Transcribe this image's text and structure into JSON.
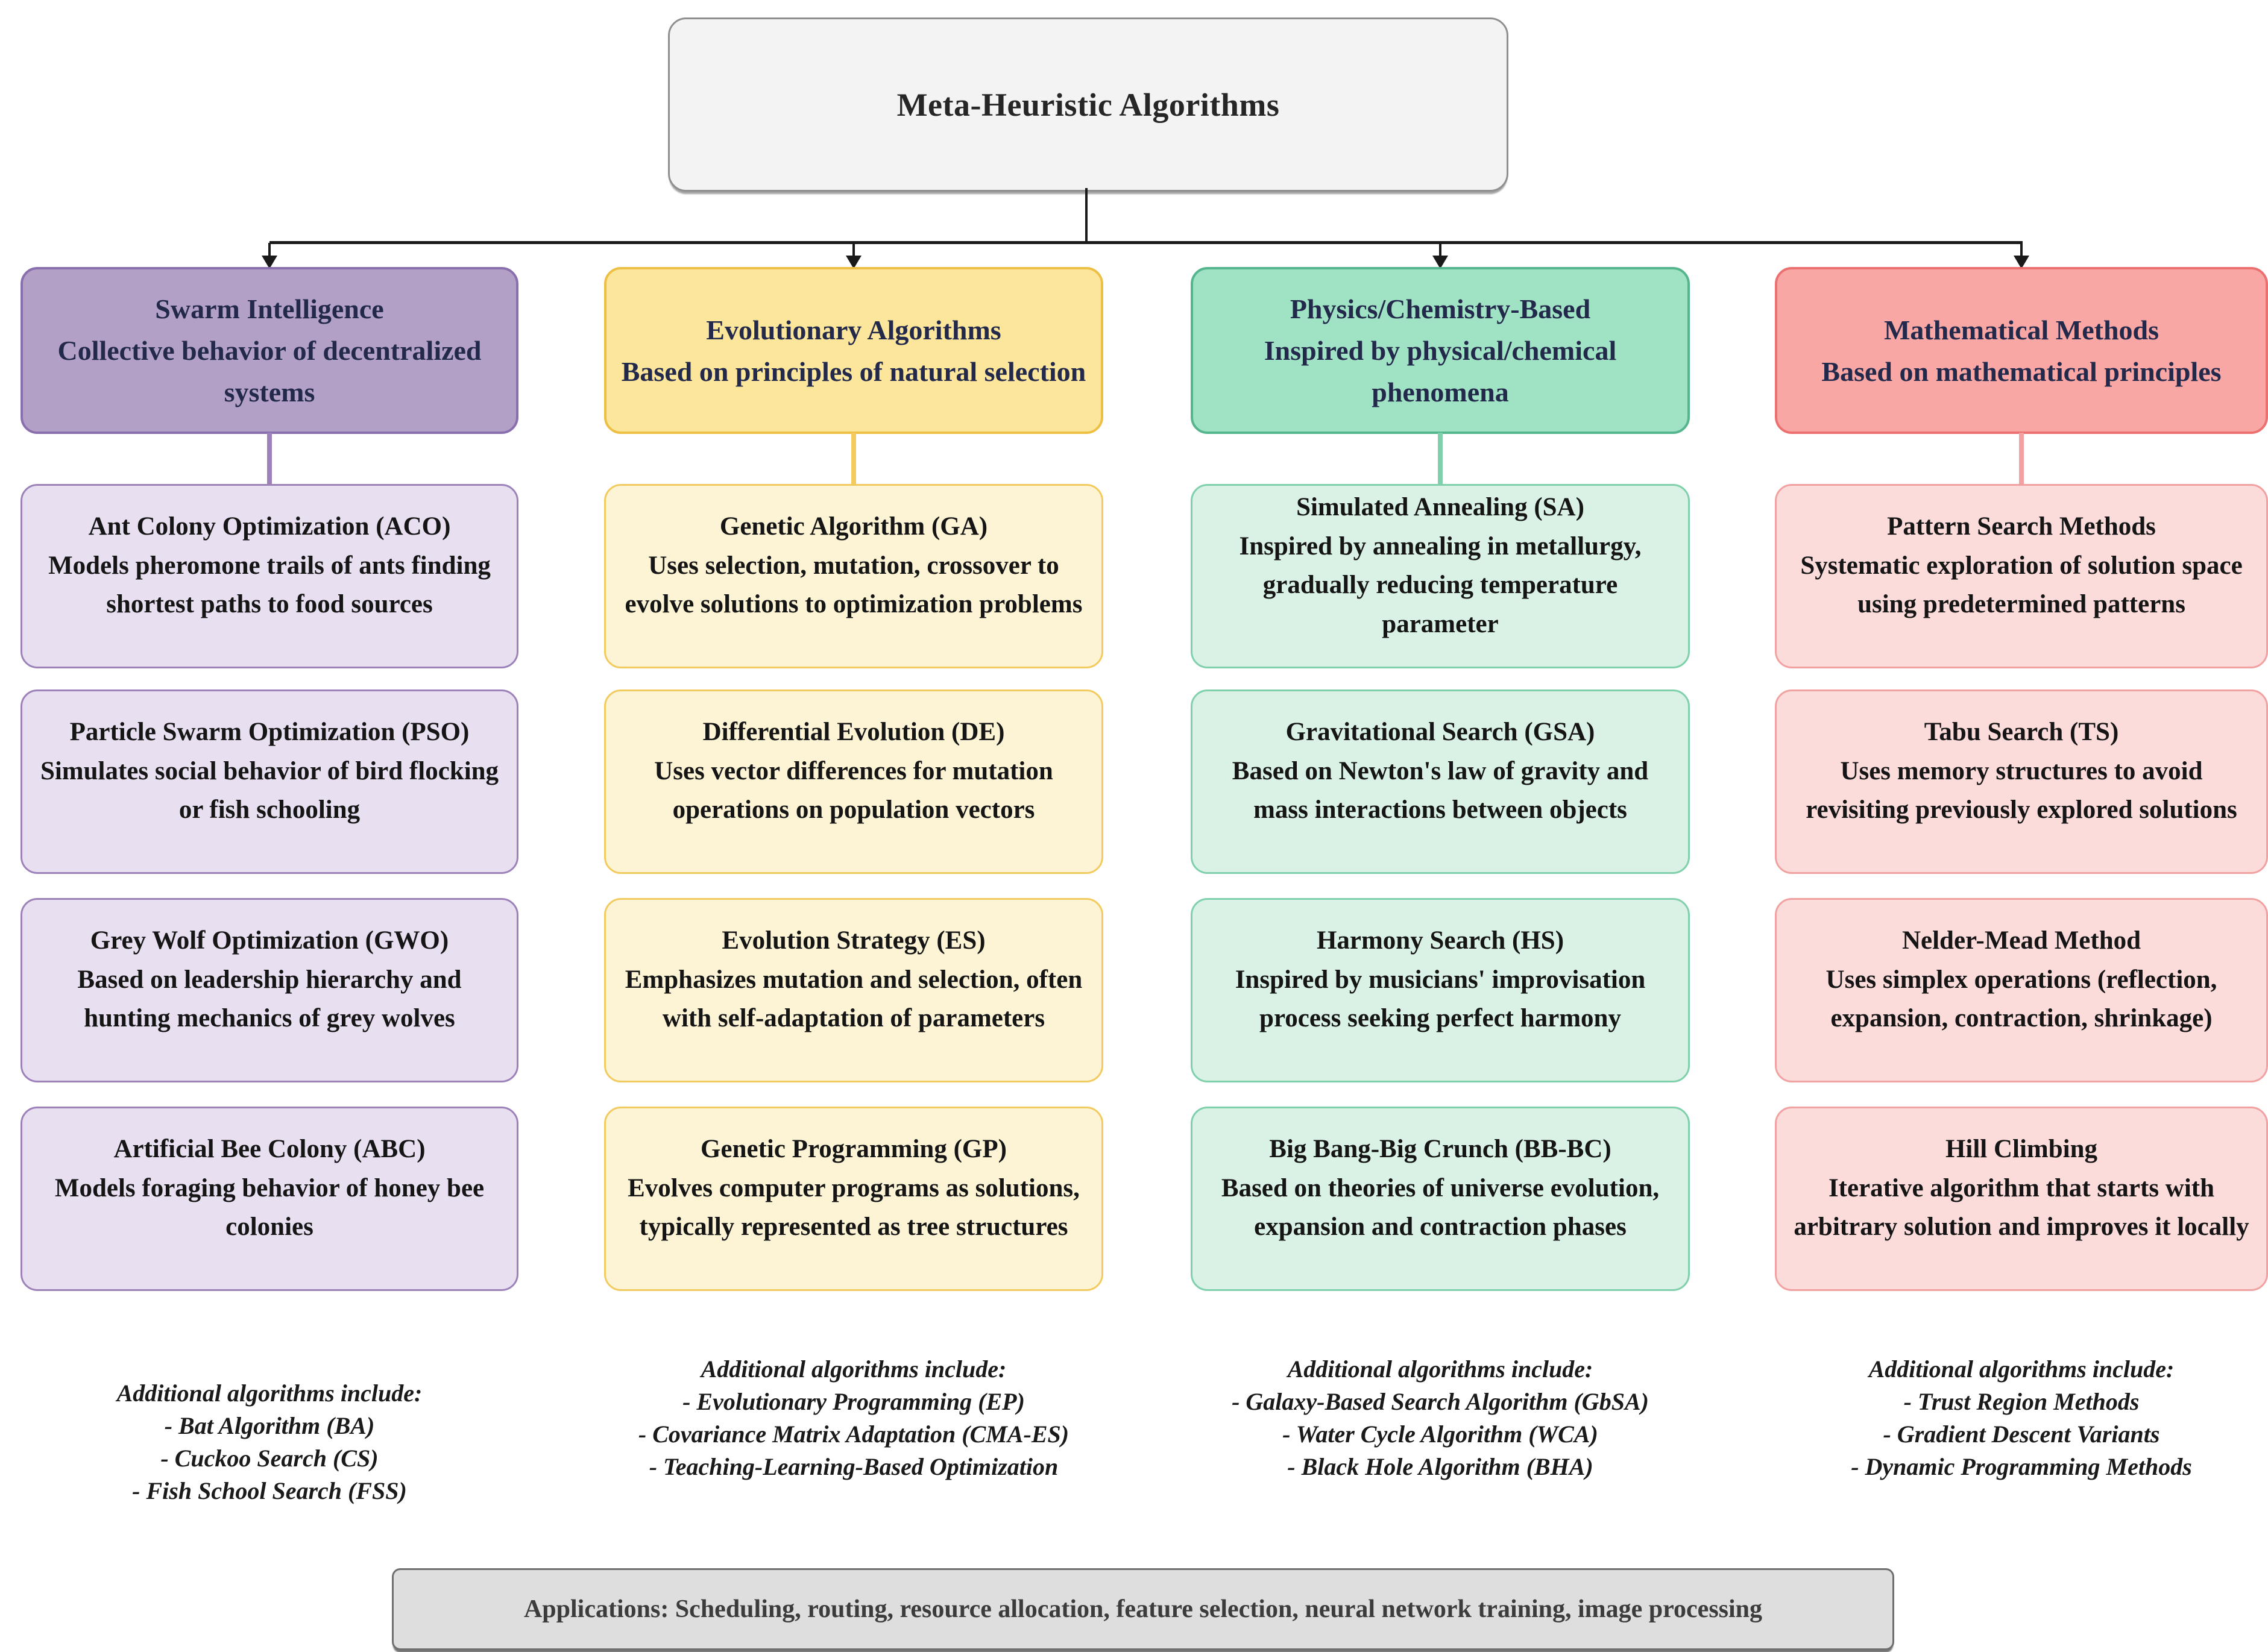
{
  "root": {
    "title": "Meta-Heuristic Algorithms"
  },
  "arrow_color": "#1a1a1a",
  "root_box": {
    "fill": "#f3f3f3",
    "border": "#8f8f8f"
  },
  "columns": [
    {
      "id": "swarm-intelligence",
      "header": {
        "title": "Swarm Intelligence",
        "subtitle": "Collective behavior of decentralized systems"
      },
      "palette": {
        "header_fill": "#b3a0c6",
        "header_border": "#8a6fae",
        "box_fill": "#e8dff1",
        "box_border": "#9d82ba",
        "connector": "#9d82ba"
      },
      "boxes": [
        {
          "title": "Ant Colony Optimization (ACO)",
          "description": "Models pheromone trails of ants finding shortest paths to food sources"
        },
        {
          "title": "Particle Swarm Optimization (PSO)",
          "description": "Simulates social behavior of bird flocking or fish schooling"
        },
        {
          "title": "Grey Wolf Optimization (GWO)",
          "description": "Based on leadership hierarchy and hunting mechanics of grey wolves"
        },
        {
          "title": "Artificial Bee Colony (ABC)",
          "description": "Models foraging behavior of honey bee colonies"
        }
      ],
      "additional": {
        "heading": "Additional algorithms include:",
        "items": [
          "- Bat Algorithm (BA)",
          "- Cuckoo Search (CS)",
          "- Fish School Search (FSS)"
        ]
      }
    },
    {
      "id": "evolutionary-algorithms",
      "header": {
        "title": "Evolutionary Algorithms",
        "subtitle": "Based on principles of natural selection"
      },
      "palette": {
        "header_fill": "#fbe69c",
        "header_border": "#eebf45",
        "box_fill": "#fdf4d6",
        "box_border": "#f2ca5e",
        "connector": "#f2ca5e"
      },
      "boxes": [
        {
          "title": "Genetic Algorithm (GA)",
          "description": "Uses selection, mutation, crossover to evolve solutions to optimization problems"
        },
        {
          "title": "Differential Evolution (DE)",
          "description": "Uses vector differences for mutation operations on population vectors"
        },
        {
          "title": "Evolution Strategy (ES)",
          "description": "Emphasizes mutation and selection, often with self-adaptation of parameters"
        },
        {
          "title": "Genetic Programming (GP)",
          "description": "Evolves computer programs as solutions, typically represented as tree structures"
        }
      ],
      "additional": {
        "heading": "Additional algorithms include:",
        "items": [
          "- Evolutionary Programming (EP)",
          "- Covariance Matrix Adaptation (CMA-ES)",
          "- Teaching-Learning-Based Optimization"
        ]
      }
    },
    {
      "id": "physics-chemistry-based",
      "header": {
        "title": "Physics/Chemistry-Based",
        "subtitle": "Inspired by physical/chemical phenomena"
      },
      "palette": {
        "header_fill": "#a0e2c4",
        "header_border": "#55b58c",
        "box_fill": "#d9f2e5",
        "box_border": "#7fd0ab",
        "connector": "#7fd0ab"
      },
      "boxes": [
        {
          "title": "Simulated Annealing (SA)",
          "description": "Inspired by annealing in metallurgy, gradually reducing temperature parameter"
        },
        {
          "title": "Gravitational Search (GSA)",
          "description": "Based on Newton's law of gravity and mass interactions between objects"
        },
        {
          "title": "Harmony Search (HS)",
          "description": "Inspired by musicians' improvisation process seeking perfect harmony"
        },
        {
          "title": "Big Bang-Big Crunch (BB-BC)",
          "description": "Based on theories of universe evolution, expansion and contraction phases"
        }
      ],
      "additional": {
        "heading": "Additional algorithms include:",
        "items": [
          "- Galaxy-Based Search Algorithm (GbSA)",
          "- Water Cycle Algorithm (WCA)",
          "- Black Hole Algorithm (BHA)"
        ]
      }
    },
    {
      "id": "mathematical-methods",
      "header": {
        "title": "Mathematical Methods",
        "subtitle": "Based on mathematical principles"
      },
      "palette": {
        "header_fill": "#f9a7a4",
        "header_border": "#ec7070",
        "box_fill": "#fcdbdb",
        "box_border": "#f2a1a1",
        "connector": "#f2a1a1"
      },
      "boxes": [
        {
          "title": "Pattern Search Methods",
          "description": "Systematic exploration of solution space using predetermined patterns"
        },
        {
          "title": "Tabu Search (TS)",
          "description": "Uses memory structures to avoid revisiting previously explored solutions"
        },
        {
          "title": "Nelder-Mead Method",
          "description": "Uses simplex operations (reflection, expansion, contraction, shrinkage)"
        },
        {
          "title": "Hill Climbing",
          "description": "Iterative algorithm that starts with arbitrary solution and improves it locally"
        }
      ],
      "additional": {
        "heading": "Additional algorithms include:",
        "items": [
          "- Trust Region Methods",
          "- Gradient Descent Variants",
          "- Dynamic Programming Methods"
        ]
      }
    }
  ],
  "applications": {
    "text": "Applications: Scheduling, routing, resource allocation, feature selection, neural network training, image processing"
  }
}
